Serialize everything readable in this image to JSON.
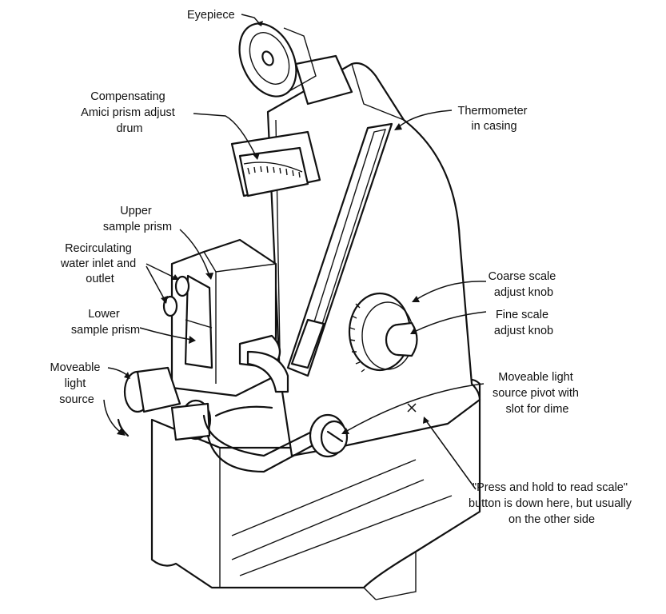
{
  "labels": {
    "eyepiece": "Eyepiece",
    "compensating": [
      "Compensating",
      "Amici prism adjust",
      "drum"
    ],
    "thermometer": [
      "Thermometer",
      "in casing"
    ],
    "upper_prism": [
      "Upper",
      "sample prism"
    ],
    "recirculating": [
      "Recirculating",
      "water inlet and",
      "outlet"
    ],
    "lower_prism": [
      "Lower",
      "sample prism"
    ],
    "moveable_light": [
      "Moveable",
      "light",
      "source"
    ],
    "coarse_knob": [
      "Coarse scale",
      "adjust knob"
    ],
    "fine_knob": [
      "Fine scale",
      "adjust knob"
    ],
    "pivot": [
      "Moveable light",
      "source pivot with",
      "slot for dime"
    ],
    "press_button": [
      "\"Press and hold to read scale\"",
      "button is down here, but usually",
      "on the other side"
    ]
  },
  "colors": {
    "ink": "#111111",
    "paper": "#ffffff"
  }
}
